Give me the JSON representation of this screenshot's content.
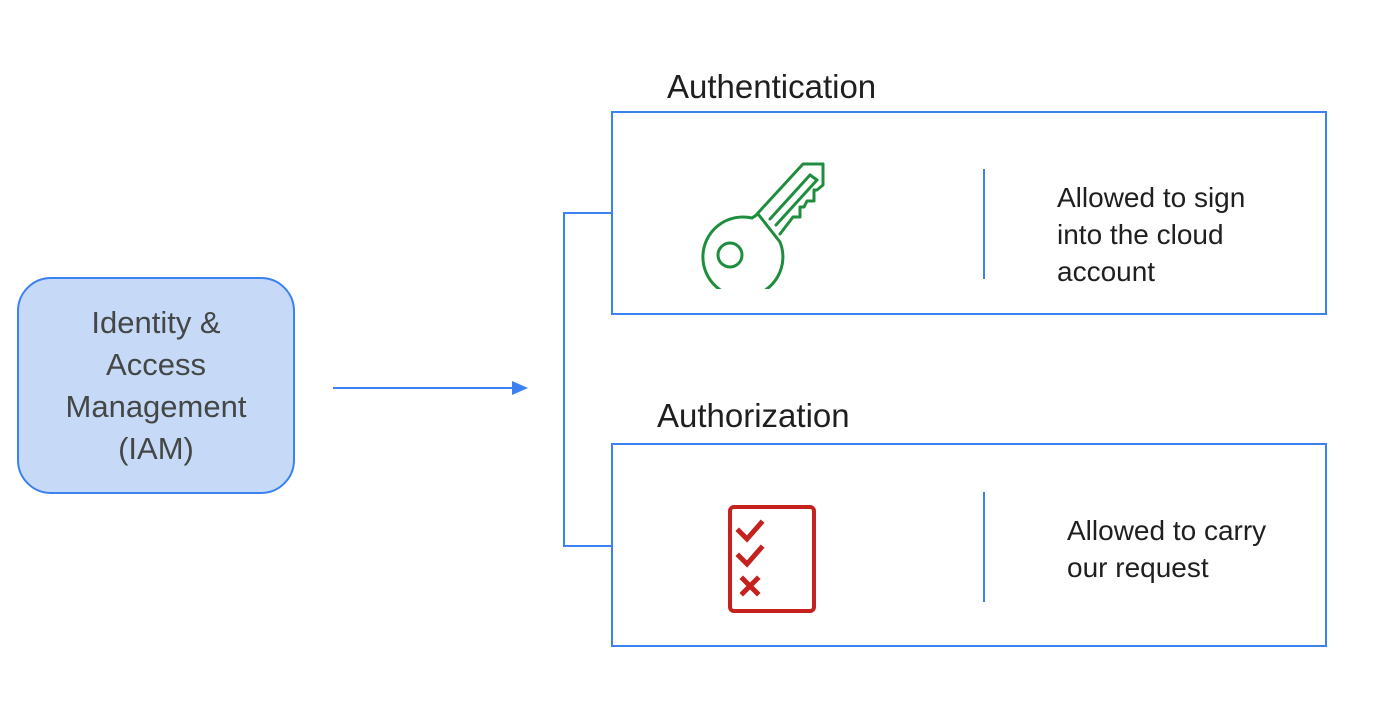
{
  "iam": {
    "lines": [
      "Identity &",
      "Access",
      "Management",
      "(IAM)"
    ]
  },
  "authentication": {
    "title": "Authentication",
    "icon": "key-icon",
    "icon_color": "#1e8e3e",
    "description_lines": [
      "Allowed to sign",
      "into the cloud",
      "account"
    ]
  },
  "authorization": {
    "title": "Authorization",
    "icon": "checklist-icon",
    "icon_color": "#c5221f",
    "description_lines": [
      "Allowed to carry",
      "our request"
    ]
  },
  "colors": {
    "accent_blue": "#3b82f0",
    "iam_fill": "#c6daf7",
    "text": "#1f1f1f"
  }
}
